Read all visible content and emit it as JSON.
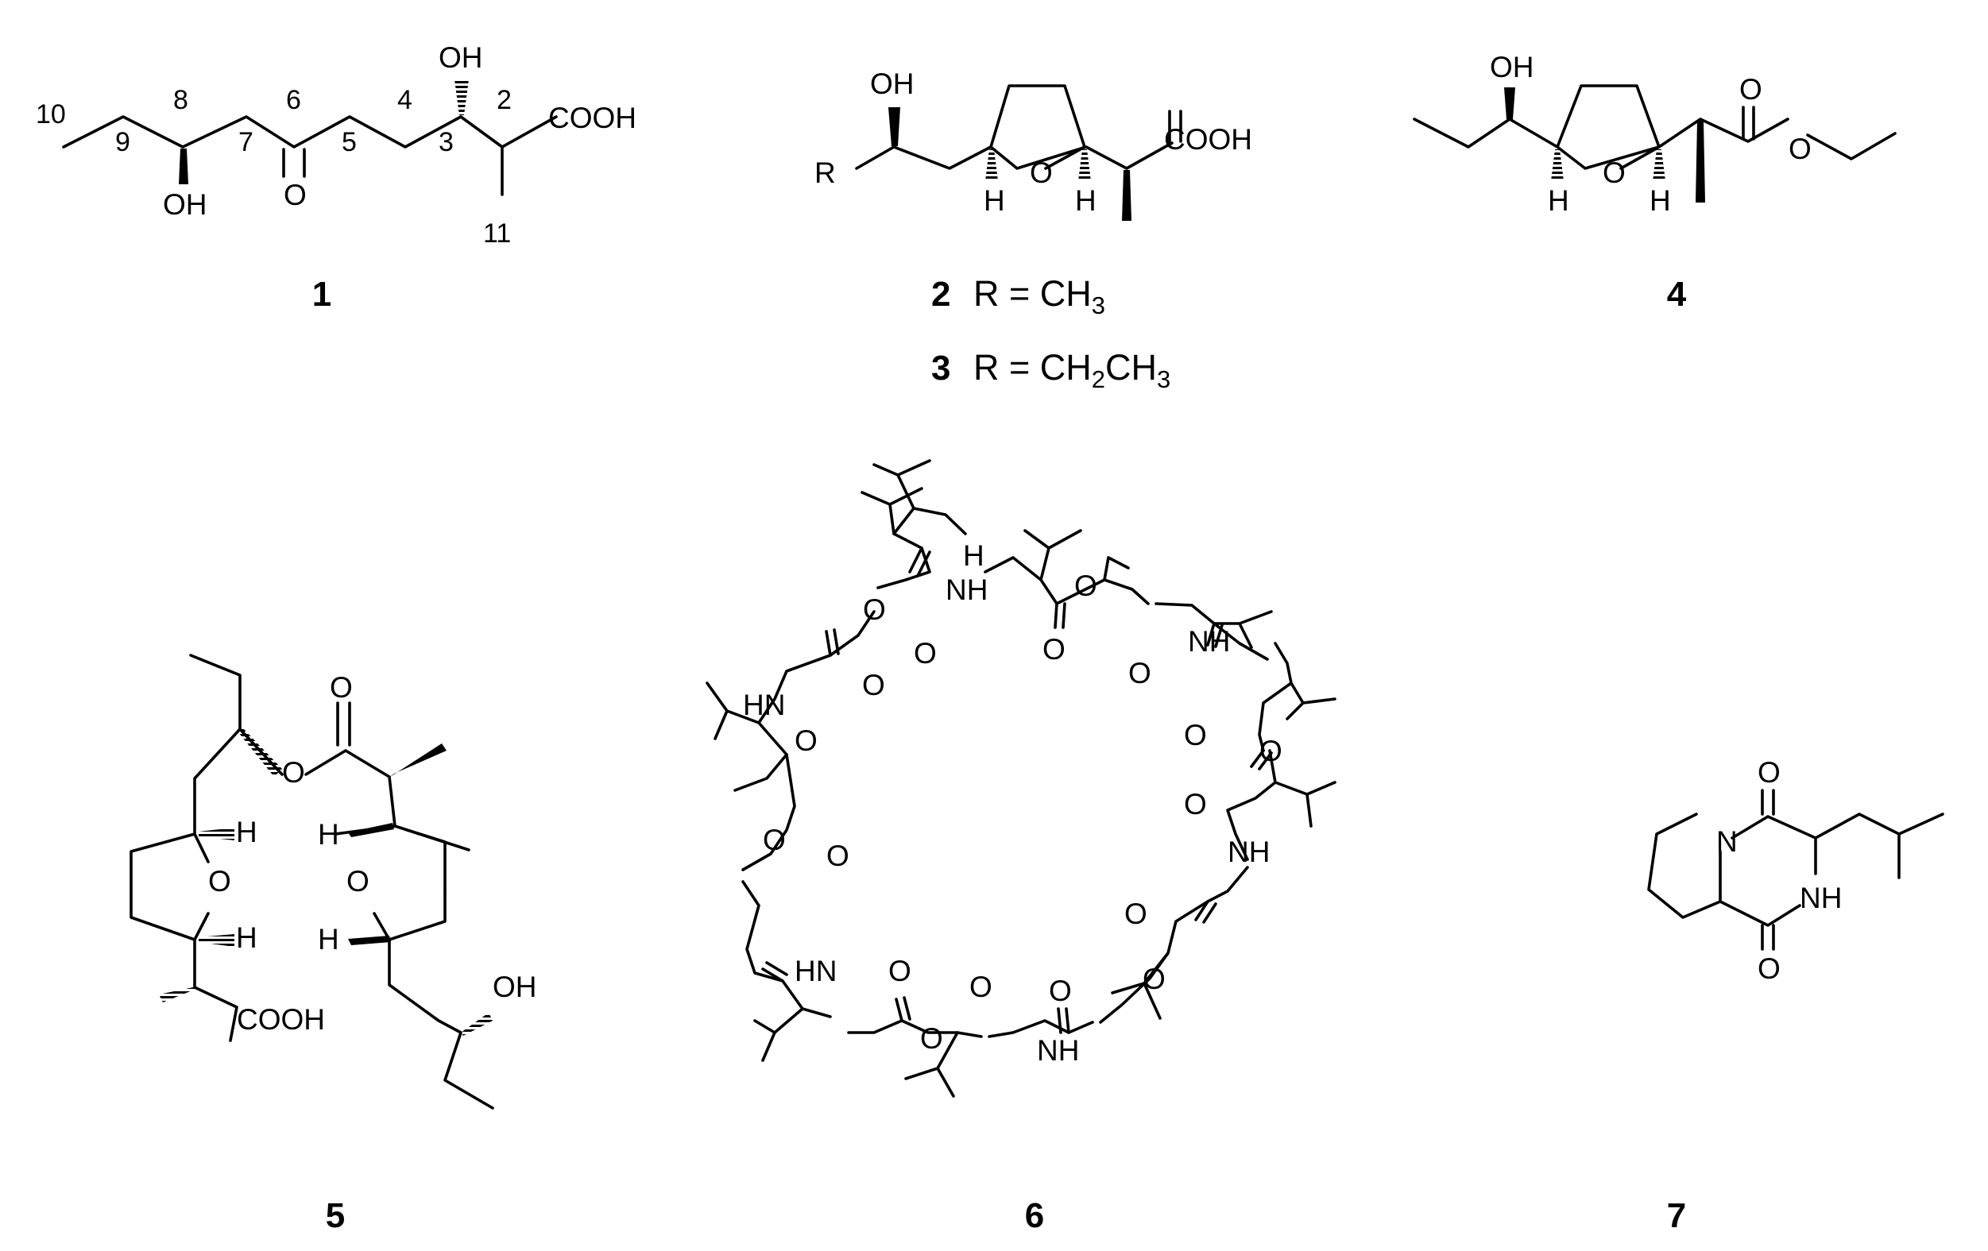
{
  "atoms": {
    "OH": "OH",
    "O": "O",
    "H": "H",
    "NH": "NH",
    "HN": "HN",
    "N": "N",
    "R": "R",
    "COOH": "COOH"
  },
  "compound_1": {
    "locants": [
      "10",
      "9",
      "8",
      "7",
      "6",
      "5",
      "4",
      "3",
      "2",
      "11"
    ]
  },
  "captions": {
    "c1": "1",
    "c2": "2",
    "c2_text": "R = CH",
    "c2_sub": "3",
    "c3": "3",
    "c3_text1": "R = CH",
    "c3_sub1": "2",
    "c3_text2": "CH",
    "c3_sub2": "3",
    "c4": "4",
    "c5": "5",
    "c6": "6",
    "c7": "7"
  }
}
